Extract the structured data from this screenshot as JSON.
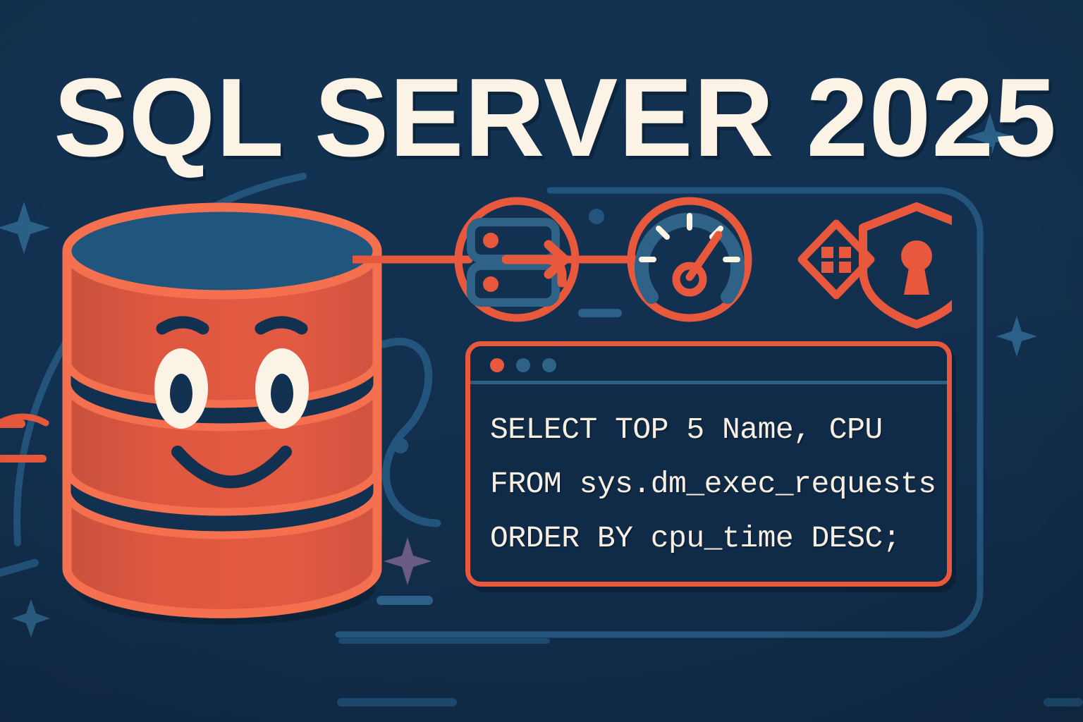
{
  "poster": {
    "title": "SQL SERVER 2025",
    "background_color": "#12304f",
    "accent_color": "#e8583c",
    "cream_color": "#faf3e6",
    "blue_accent_color": "#2b6188"
  },
  "code_window": {
    "dots": [
      {
        "name": "close-dot",
        "color": "#e8583c"
      },
      {
        "name": "minimize-dot",
        "color": "#2f6287"
      },
      {
        "name": "maximize-dot",
        "color": "#2f6287"
      }
    ],
    "lines": [
      "SELECT TOP 5 Name, CPU",
      "FROM sys.dm_exec_requests",
      "ORDER BY cpu_time DESC;"
    ]
  },
  "icons": [
    {
      "id": "data-migration",
      "label": "server-rows-arrow-icon",
      "shape": "circle"
    },
    {
      "id": "performance",
      "label": "gauge-icon",
      "shape": "circle"
    },
    {
      "id": "platform",
      "label": "diamond-grid-icon",
      "shape": "diamond"
    },
    {
      "id": "security",
      "label": "shield-keyhole-icon",
      "shape": "shield"
    }
  ],
  "mascot": {
    "name": "database-cylinder-character",
    "body_color": "#e05740",
    "rim_color": "#f4704f",
    "top_color": "#20557e",
    "band_color": "#12304f",
    "eye_color": "#faf3e6",
    "pupil_color": "#12304f"
  },
  "decor": {
    "sparkle_blue": "#2b6188",
    "sparkle_purple": "#6b5a86",
    "arc_blue": "#23547c",
    "dash_blue": "#2b6188"
  }
}
